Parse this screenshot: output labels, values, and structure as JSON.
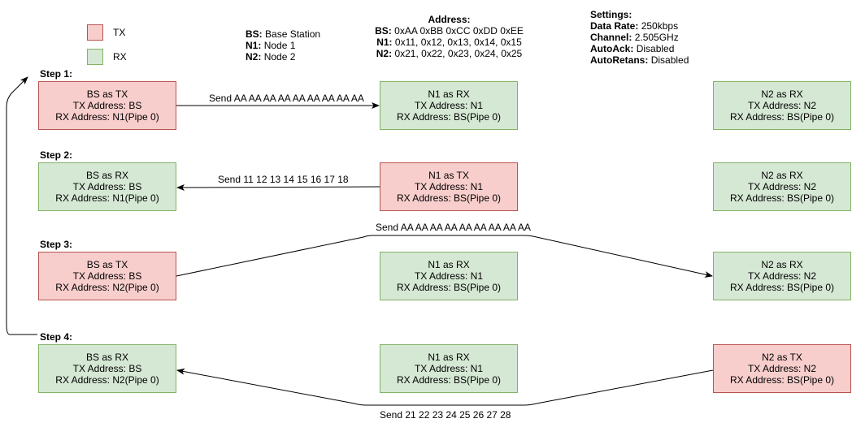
{
  "legend": {
    "tx_label": "TX",
    "rx_label": "RX",
    "tx_color": "#f8cecc",
    "rx_color": "#d5e8d4"
  },
  "nodes_info": {
    "bs_key": "BS:",
    "bs_value": "Base Station",
    "n1_key": "N1:",
    "n1_value": "Node 1",
    "n2_key": "N2:",
    "n2_value": "Node 2"
  },
  "address": {
    "title": "Address:",
    "bs_key": "BS:",
    "bs_value": "0xAA 0xBB 0xCC 0xDD 0xEE",
    "n1_key": "N1:",
    "n1_value": "0x11, 0x12, 0x13, 0x14, 0x15",
    "n2_key": "N2:",
    "n2_value": "0x21, 0x22, 0x23, 0x24, 0x25"
  },
  "settings": {
    "title": "Settings:",
    "rate_key": "Data Rate:",
    "rate_value": "250kbps",
    "channel_key": "Channel:",
    "channel_value": "2.505GHz",
    "autoack_key": "AutoAck:",
    "autoack_value": "Disabled",
    "autoret_key": "AutoRetans:",
    "autoret_value": "Disabled"
  },
  "steps": [
    {
      "label": "Step 1:",
      "bs": {
        "role": "tx",
        "l1": "BS as TX",
        "l2": "TX Address: BS",
        "l3": "RX Address: N1(Pipe 0)"
      },
      "n1": {
        "role": "rx",
        "l1": "N1 as RX",
        "l2": "TX Address: N1",
        "l3": "RX Address: BS(Pipe 0)"
      },
      "n2": {
        "role": "rx",
        "l1": "N2 as RX",
        "l2": "TX Address: N2",
        "l3": "RX Address: BS(Pipe 0)"
      },
      "message": "Send AA AA AA AA AA AA AA AA AA"
    },
    {
      "label": "Step 2:",
      "bs": {
        "role": "rx",
        "l1": "BS as RX",
        "l2": "TX Address: BS",
        "l3": "RX Address: N1(Pipe 0)"
      },
      "n1": {
        "role": "tx",
        "l1": "N1 as TX",
        "l2": "TX Address: N1",
        "l3": "RX Address: BS(Pipe 0)"
      },
      "n2": {
        "role": "rx",
        "l1": "N2 as RX",
        "l2": "TX Address: N2",
        "l3": "RX Address: BS(Pipe 0)"
      },
      "message": "Send 11 12 13 14 15 16 17 18"
    },
    {
      "label": "Step 3:",
      "bs": {
        "role": "tx",
        "l1": "BS as TX",
        "l2": "TX Address: BS",
        "l3": "RX Address: N2(Pipe 0)"
      },
      "n1": {
        "role": "rx",
        "l1": "N1 as RX",
        "l2": "TX Address: N1",
        "l3": "RX Address: BS(Pipe 0)"
      },
      "n2": {
        "role": "rx",
        "l1": "N2 as RX",
        "l2": "TX Address: N2",
        "l3": "RX Address: BS(Pipe 0)"
      },
      "message": "Send AA AA AA AA AA AA AA AA AA"
    },
    {
      "label": "Step 4:",
      "bs": {
        "role": "rx",
        "l1": "BS as RX",
        "l2": "TX Address: BS",
        "l3": "RX Address: N2(Pipe 0)"
      },
      "n1": {
        "role": "rx",
        "l1": "N1 as RX",
        "l2": "TX Address: N1",
        "l3": "RX Address: BS(Pipe 0)"
      },
      "n2": {
        "role": "tx",
        "l1": "N2 as TX",
        "l2": "TX Address: N2",
        "l3": "RX Address: BS(Pipe 0)"
      },
      "message": "Send 21 22 23 24 25 26 27 28"
    }
  ]
}
